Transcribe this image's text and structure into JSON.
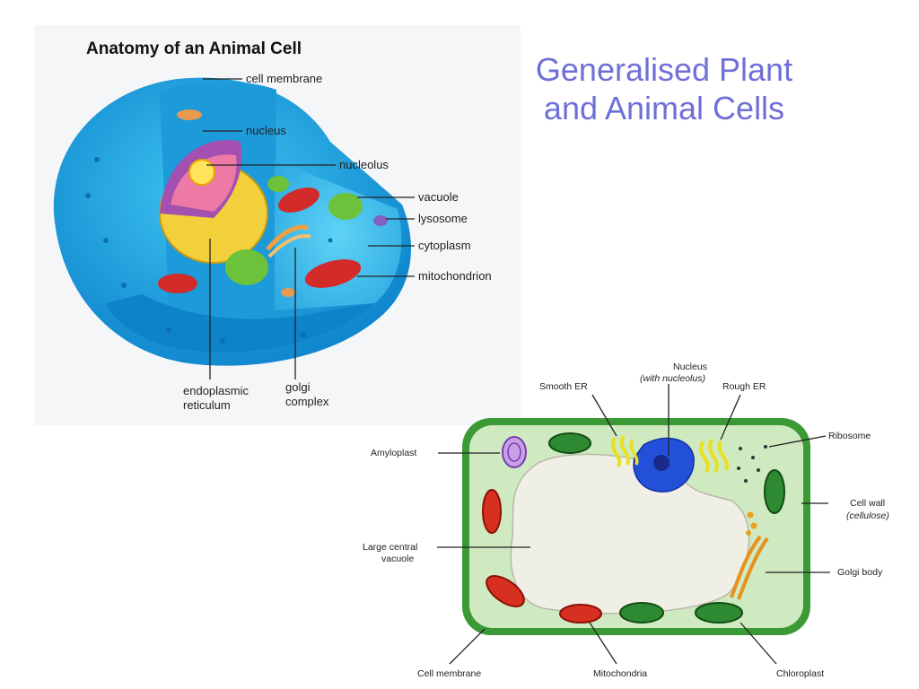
{
  "slide": {
    "title_line1": "Generalised Plant",
    "title_line2": "and Animal Cells"
  },
  "animal_cell": {
    "title": "Anatomy of an Animal Cell",
    "labels": {
      "cell_membrane": "cell membrane",
      "nucleus": "nucleus",
      "nucleolus": "nucleolus",
      "vacuole": "vacuole",
      "lysosome": "lysosome",
      "cytoplasm": "cytoplasm",
      "mitochondrion": "mitochondrion",
      "er_line1": "endoplasmic",
      "er_line2": "reticulum",
      "golgi_line1": "golgi",
      "golgi_line2": "complex"
    }
  },
  "plant_cell": {
    "labels": {
      "nucleus": "Nucleus",
      "nucleus_note": "(with nucleolus)",
      "smooth_er": "Smooth ER",
      "rough_er": "Rough ER",
      "ribosome": "Ribosome",
      "amyloplast": "Amyloplast",
      "cell_wall": "Cell wall",
      "cell_wall_note": "(cellulose)",
      "vacuole_line1": "Large central",
      "vacuole_line2": "vacuole",
      "golgi_body": "Golgi body",
      "cell_membrane": "Cell membrane",
      "mitochondria": "Mitochondria",
      "chloroplast": "Chloroplast"
    }
  }
}
